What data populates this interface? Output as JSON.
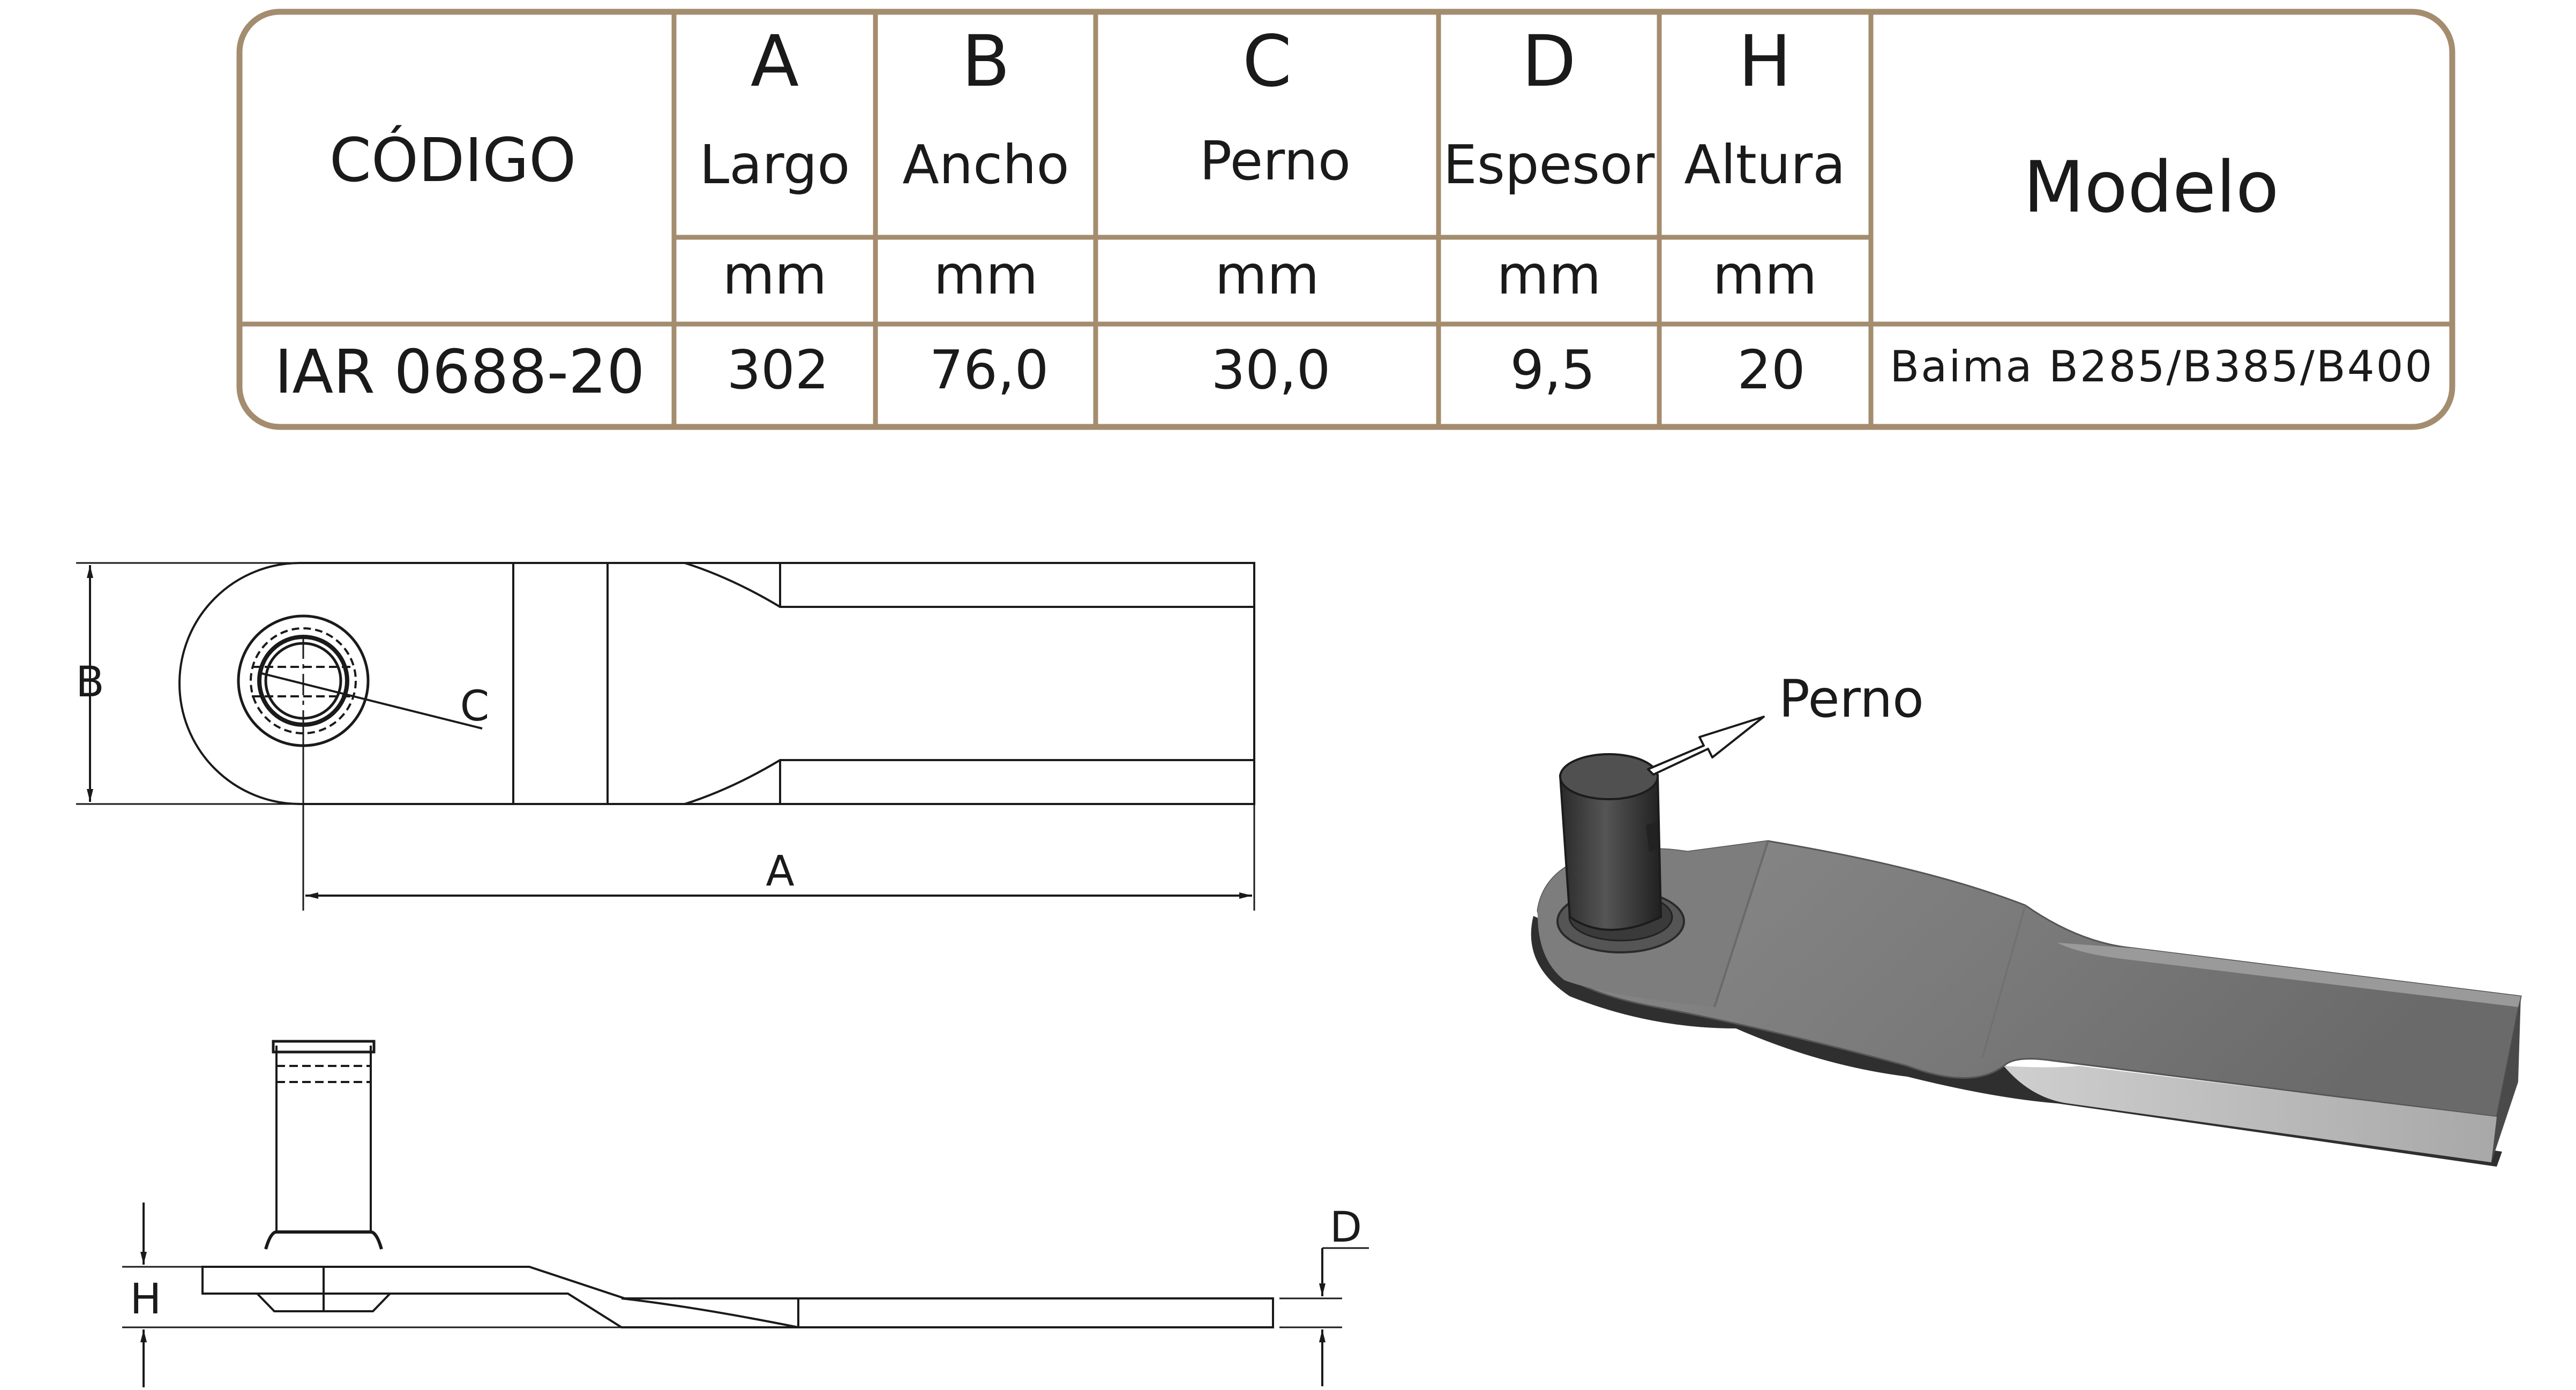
{
  "spec_table": {
    "code_header": "CÓDIGO",
    "model_header": "Modelo",
    "columns": [
      {
        "letter": "A",
        "name": "Largo",
        "unit": "mm"
      },
      {
        "letter": "B",
        "name": "Ancho",
        "unit": "mm"
      },
      {
        "letter": "C",
        "name": "Perno",
        "unit": "mm"
      },
      {
        "letter": "D",
        "name": "Espesor",
        "unit": "mm"
      },
      {
        "letter": "H",
        "name": "Altura",
        "unit": "mm"
      }
    ],
    "row": {
      "code": "IAR 0688-20",
      "values": [
        "302",
        "76,0",
        "30,0",
        "9,5",
        "20"
      ],
      "model": "Baima B285/B385/B400"
    }
  },
  "top_view": {
    "dim_b": "B",
    "dim_c": "C",
    "dim_a": "A"
  },
  "side_view": {
    "dim_d": "D",
    "dim_h": "H"
  },
  "iso_view": {
    "pin_callout": "Perno"
  },
  "colors": {
    "table_border": "#a48c6f",
    "ink": "#1a1a1a",
    "blade_mid": "#808080",
    "blade_dark": "#3c3c3c",
    "pin": "#3a3a3a"
  }
}
